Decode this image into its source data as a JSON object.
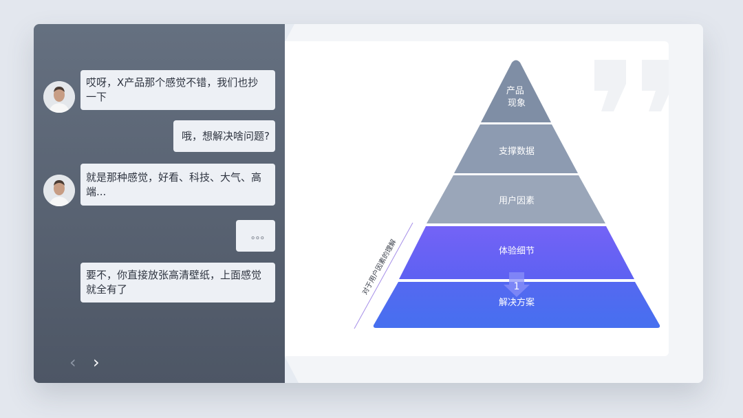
{
  "chat": {
    "messages": [
      {
        "side": "left",
        "text": "哎呀，X产品那个感觉不错，我们也抄一下",
        "lines": [
          "哎呀，X产品那个感觉不错，我们也抄",
          "一下"
        ]
      },
      {
        "side": "right",
        "text": "哦，想解决啥问题?"
      },
      {
        "side": "left",
        "text": "就是那种感觉，好看、科技、大气、高端...",
        "lines": [
          "就是那种感觉，好看、科技、大气、高",
          "端..."
        ]
      },
      {
        "side": "right",
        "text": "。。。"
      },
      {
        "side": "left",
        "text": "要不，你直接放张高清壁纸，上面感觉就全有了",
        "lines": [
          "要不，你直接放张高清壁纸，上面感觉",
          "就全有了"
        ]
      }
    ],
    "nav": {
      "prev_icon": "chevron-left-icon",
      "next_icon": "chevron-right-icon",
      "prev": "‹",
      "next": "›"
    }
  },
  "pyramid": {
    "layers": [
      {
        "label": [
          "产品",
          "现象"
        ],
        "color": "#7f8ea5"
      },
      {
        "label": [
          "支撑数据"
        ],
        "color": "#8d9bb1"
      },
      {
        "label": [
          "用户因素"
        ],
        "color": "#9aa6b9"
      },
      {
        "label": [
          "体验细节"
        ],
        "color": "#6a5ff5"
      },
      {
        "label": [
          "解决方案"
        ],
        "color": "#4f6ef0"
      }
    ],
    "side_annotation": "对于用户因素的理解",
    "marker": "1"
  },
  "decor": {
    "quote_icon": "quote-mark-icon"
  }
}
